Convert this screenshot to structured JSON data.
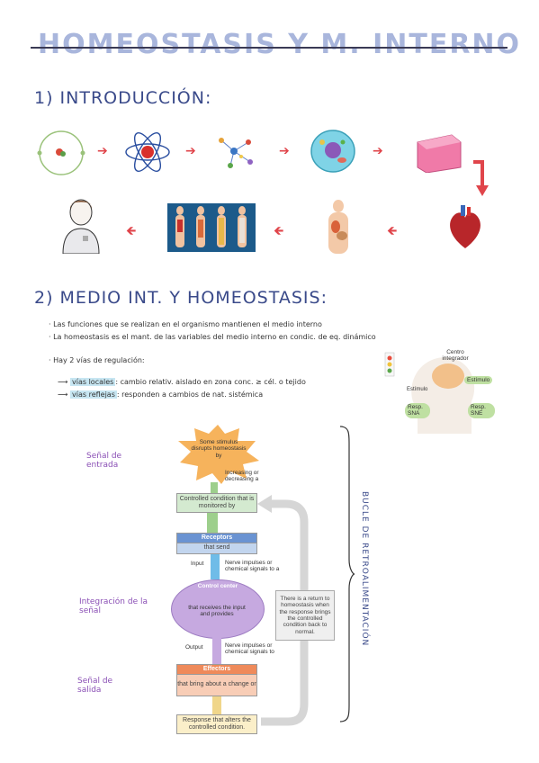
{
  "title": "HOMEOSTASIS Y M. INTERNO",
  "section1": {
    "heading": "1) INTRODUCCIÓN:"
  },
  "section2": {
    "heading": "2) MEDIO INT. Y HOMEOSTASIS:",
    "bullets": [
      "· Las funciones que se realizan en el organismo mantienen el medio interno",
      "· La homeostasis es el mant. de las variables del medio interno en condic. de eq. dinámico"
    ],
    "regulation_intro": "· Hay 2 vías de regulación:",
    "routes": [
      {
        "term": "vías locales",
        "desc": ": cambio relativ. aislado en zona conc. ≥ cél. o tejido"
      },
      {
        "term": "vías reflejas",
        "desc": ": responden a cambios de nat. sistémica"
      }
    ]
  },
  "brain_diagram": {
    "labels": [
      "Centro integrador",
      "Estímulo",
      "Estímulo",
      "Resp. SNA",
      "Resp. SNE"
    ]
  },
  "flowchart": {
    "stimulus": "Some stimulus disrupts homeostasis by",
    "increasing": "Increasing or decreasing a",
    "controlled": "Controlled condition that is monitored by",
    "receptors_title": "Receptors",
    "receptors_sub": "that send",
    "input_label": "Input",
    "nerve_in": "Nerve impulses or chemical signals to a",
    "control_title": "Control center",
    "control_sub": "that receives the input and provides",
    "output_label": "Output",
    "nerve_out": "Nerve impulses or chemical signals to",
    "effectors_title": "Effectors",
    "effectors_sub": "that bring about a change or",
    "response": "Response that alters the controlled condition.",
    "feedback": "There is a return to homeostasis when the response brings the controlled condition back to normal."
  },
  "annotations": {
    "entrada": "Señal de entrada",
    "integracion": "Integración de la señal",
    "salida": "Señal de salida",
    "bucle": "BUCLE DE RETROALIMENTACIÓN"
  },
  "colors": {
    "arrow": "#e0454b",
    "heading": "#3a4a8a",
    "purple": "#8a4fb5",
    "title": "#a9b6dc"
  }
}
